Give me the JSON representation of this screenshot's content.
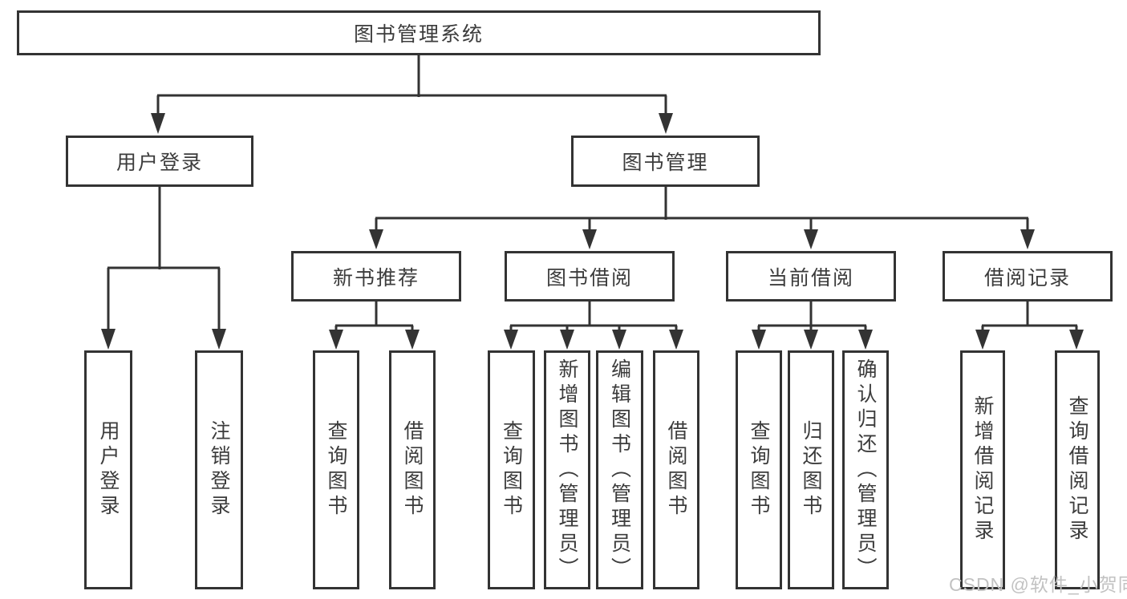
{
  "tree": {
    "root": "图书管理系统",
    "branches": [
      {
        "label": "用户登录",
        "leaves": [
          {
            "label": "用户登录"
          },
          {
            "label": "注销登录"
          }
        ]
      },
      {
        "label": "图书管理",
        "groups": [
          {
            "label": "新书推荐",
            "leaves": [
              {
                "label": "查询图书"
              },
              {
                "label": "借阅图书"
              }
            ]
          },
          {
            "label": "图书借阅",
            "leaves": [
              {
                "label": "查询图书"
              },
              {
                "label": "新增图书（管理员）"
              },
              {
                "label": "编辑图书（管理员）"
              },
              {
                "label": "借阅图书"
              }
            ]
          },
          {
            "label": "当前借阅",
            "leaves": [
              {
                "label": "查询图书"
              },
              {
                "label": "归还图书"
              },
              {
                "label": "确认归还（管理员）"
              }
            ]
          },
          {
            "label": "借阅记录",
            "leaves": [
              {
                "label": "新增借阅记录"
              },
              {
                "label": "查询借阅记录"
              }
            ]
          }
        ]
      }
    ]
  },
  "watermark": "CSDN @软件_小贺同学",
  "colors": {
    "line": "#333333",
    "text": "#3c3c3c",
    "watermark": "#c2c2c2",
    "background": "#ffffff"
  }
}
